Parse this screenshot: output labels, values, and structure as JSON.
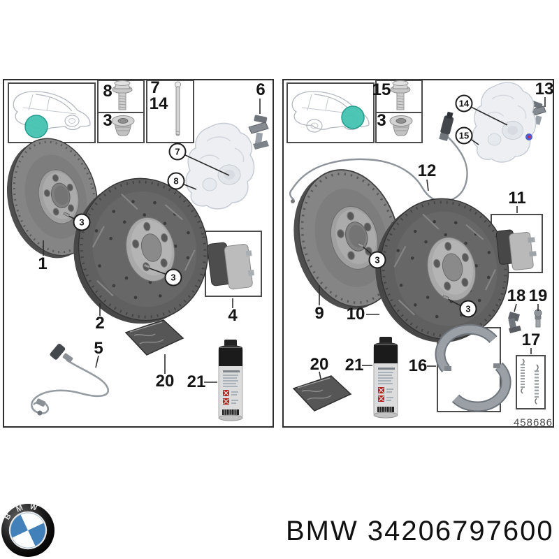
{
  "front": {
    "box_bolt_label": "8",
    "box_plug_label": "3",
    "pin_label_a": "7",
    "pin_label_b": "14",
    "clip_label": "6",
    "disc_plain_label": "1",
    "disc_sport_label": "2",
    "pads_label": "4",
    "sensor_label": "5",
    "packet_label": "20",
    "spray_label": "21",
    "callout_caliper_top": "7",
    "callout_caliper_bottom": "8",
    "callout_hub_a": "3",
    "callout_hub_b": "3"
  },
  "rear": {
    "box_bolt_label": "15",
    "box_plug_label": "3",
    "clip_label": "13",
    "wire_label": "12",
    "pads_label": "11",
    "disc_plain_label": "9",
    "disc_sport_label": "10",
    "retainer_label": "18",
    "pin_label": "19",
    "springs_label": "17",
    "shoes_label": "16",
    "packet_label": "20",
    "spray_label": "21",
    "callout_caliper_top": "14",
    "callout_caliper_bottom": "15",
    "callout_hub_a": "3",
    "callout_hub_b": "3"
  },
  "sheet_number": "458686",
  "footer": {
    "caption": "BMW 34206797600",
    "logo_b": "B",
    "logo_m": "M",
    "logo_w": "W"
  },
  "colors": {
    "highlight_teal": "#44C4B2",
    "logo_blue": "#4180B8",
    "warning_red": "#B5231D"
  }
}
